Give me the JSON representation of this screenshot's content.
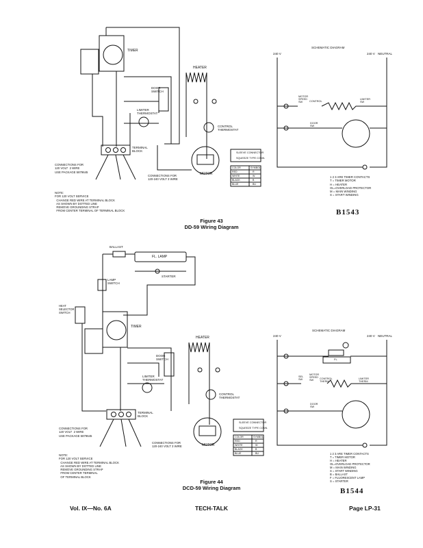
{
  "fig43": {
    "caption_number": "Figure 43",
    "caption_title": "DD-59 Wiring Diagram",
    "code": "B1543",
    "labels": {
      "timer": "TIMER",
      "heater": "HEATER",
      "door_switch": "DOOR\nSWITCH",
      "limiter_thermostat": "LIMITER\nTHERMOSTAT",
      "control_thermostat": "CONTROL\nTHERMOSTAT",
      "terminal_block": "TERMINAL\nBLOCK",
      "motor": "MOTOR"
    },
    "connections_120": "CONNECTIONS FOR\n120 VOLT  2 WIRE\nUSE PACKAGE 5879645",
    "connections_120_240": "CONNECTIONS FOR\n120-240 VOLT 3 WIRE",
    "note": "NOTE:\nFOR 120 VOLT SERVICE\n  CHANGE RED WIRE AT TERMINAL BLOCK\n  AS SHOWN BY DOTTED LINE\n  REMOVE GROUNDING STRAP\n  FROM CENTER TERMINAL OF TERMINAL BLOCK",
    "legend": {
      "sleeve": "SLEEVE CONNECTOR",
      "squeeze": "SQUEEZE TYPE CONN.",
      "header_color": "COLOR",
      "header_symbol": "SYMBOL",
      "rows": [
        [
          "RED",
          "R"
        ],
        [
          "WHITE",
          "W"
        ],
        [
          "BLACK",
          "B"
        ],
        [
          "BLUE",
          "BU"
        ]
      ]
    },
    "schematic": {
      "title": "SCHEMATIC DIAGRAM",
      "v240_left": "240 V",
      "v240_right": "240 V",
      "neutral": "NEUTRAL",
      "motor_speed": "MOTOR\nSPEED\nSW",
      "control": "CONTROL",
      "limiter": "LIMITER\nSW",
      "door_sw": "DOOR\nSW",
      "legend": "1 2 3 ARE TIMER CONTACTS\nT = TIMER MOTOR\nH = HEATER\nOL=OVERLOAD PROTECTOR\nM = MAIN WINDING\nS = START WINDING"
    }
  },
  "fig44": {
    "caption_number": "Figure 44",
    "caption_title": "DCD-59 Wiring Diagram",
    "code": "B1544",
    "labels": {
      "ballast": "BALLAST",
      "fl_lamp": "FL. LAMP",
      "starter": "STARTER",
      "lamp_switch": "LAMP\nSWITCH",
      "heat_selector": "HEAT\nSELECTOR\nSWITCH",
      "timer": "TIMER",
      "heater": "HEATER",
      "door_switch": "DOOR\nSWITCH",
      "limiter_thermostat": "LIMITER\nTHERMOSTAT",
      "control_thermostat": "CONTROL\nTHERMOSTAT",
      "terminal_block": "TERMINAL\nBLOCK",
      "motor": "MOTOR"
    },
    "connections_120": "CONNECTIONS FOR\n120 VOLT  2 WIRE\nUSE PACKAGE 5879645",
    "connections_120_240": "CONNECTIONS FOR\n120-240 VOLT 3 WIRE",
    "note": "NOTE:\nFOR 120 VOLT SERVICE\n  CHANGE RED WIRE AT TERMINAL BLOCK\n  AS SHOWN BY DOTTED LINE\n  REMOVE GROUNDING STRAP\n  FROM CENTER TERMINAL\n  OF TERMINAL BLOCK",
    "legend": {
      "sleeve": "SLEEVE CONNECTOR",
      "squeeze": "SQUEEZE TYPE CONN.",
      "header_color": "COLOR",
      "header_symbol": "SYMBOL",
      "rows": [
        [
          "RED",
          "R"
        ],
        [
          "WHITE",
          "W"
        ],
        [
          "BLACK",
          "B"
        ],
        [
          "BLUE",
          "BU"
        ]
      ]
    },
    "schematic": {
      "title": "SCHEMATIC DIAGRAM",
      "v240_left": "240 V",
      "v240_right": "240 V",
      "neutral": "NEUTRAL",
      "fl": "FL",
      "sel_sw": "SEL\nSW",
      "motor_speed": "MOTOR\nSPEED\nSW",
      "control": "CONTROL\nTHERM",
      "limiter": "LIMITER\nTHERM",
      "door_sw": "DOOR\nSW",
      "legend": "1 2 3 ARE TIMER CONTACTS\nT = TIMER MOTOR\nH = HEATER\nOL=OVERLOAD PROTECTOR\nM = MAIN WINDING\nS = START WINDING\nB = BALLAST\nF = FLUORESCENT LAMP\nS = STARTER"
    }
  },
  "footer": {
    "left": "Vol. IX—No. 6A",
    "center": "TECH-TALK",
    "right": "Page LP-31"
  }
}
